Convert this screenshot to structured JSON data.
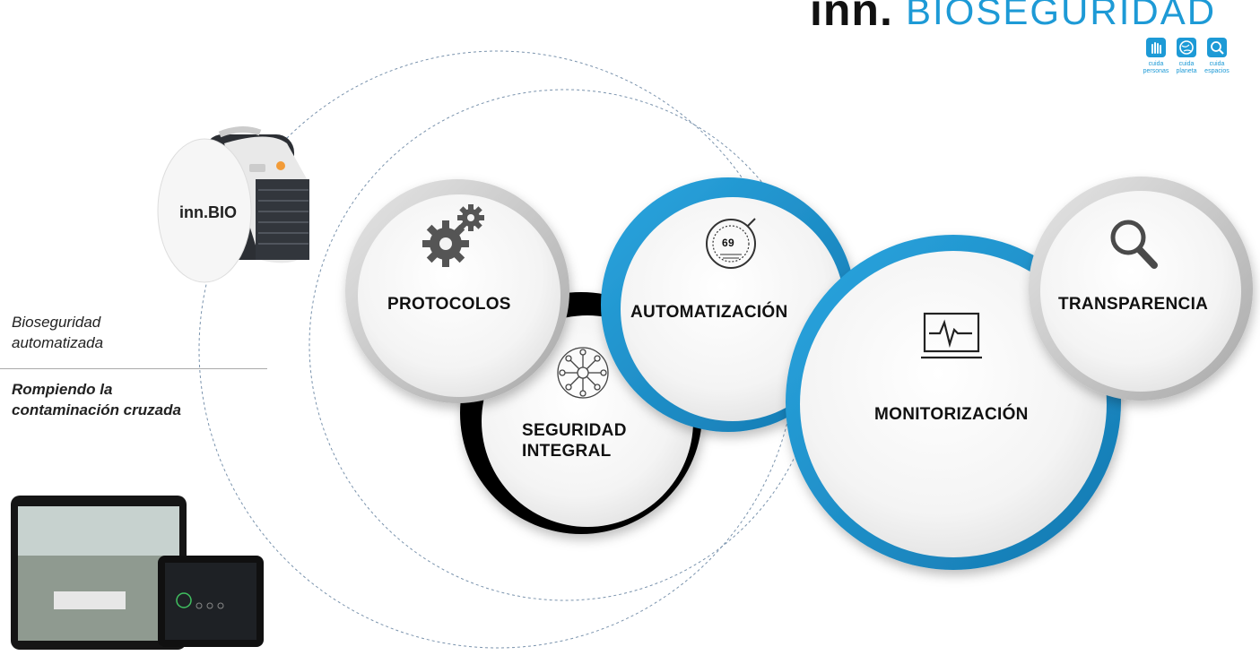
{
  "brand": {
    "prefix": "inn.",
    "name": "BIOSEGURIDAD",
    "badges": [
      {
        "line1": "cuida",
        "line2": "personas",
        "icon": "hand-icon"
      },
      {
        "line1": "cuida",
        "line2": "planeta",
        "icon": "globe-icon"
      },
      {
        "line1": "cuida",
        "line2": "espacios",
        "icon": "magnifier-icon"
      }
    ],
    "color": "#1d9ad6"
  },
  "device": {
    "logo": "inn.BIO"
  },
  "side": {
    "tagline1": "Bioseguridad",
    "tagline2": "automatizada",
    "tagline3": "Rompiendo la",
    "tagline4": "contaminación cruzada"
  },
  "circles": {
    "protocolos": "PROTOCOLOS",
    "seguridad1": "SEGURIDAD",
    "seguridad2": "INTEGRAL",
    "automatizacion": "AUTOMATIZACIÓN",
    "gauge_value": "69",
    "monitorizacion": "MONITORIZACIÓN",
    "transparencia": "TRANSPARENCIA"
  },
  "colors": {
    "blue_ring": "#1d9ad6",
    "black_ring": "#000000",
    "grey_ring": "#c9c9c9"
  }
}
